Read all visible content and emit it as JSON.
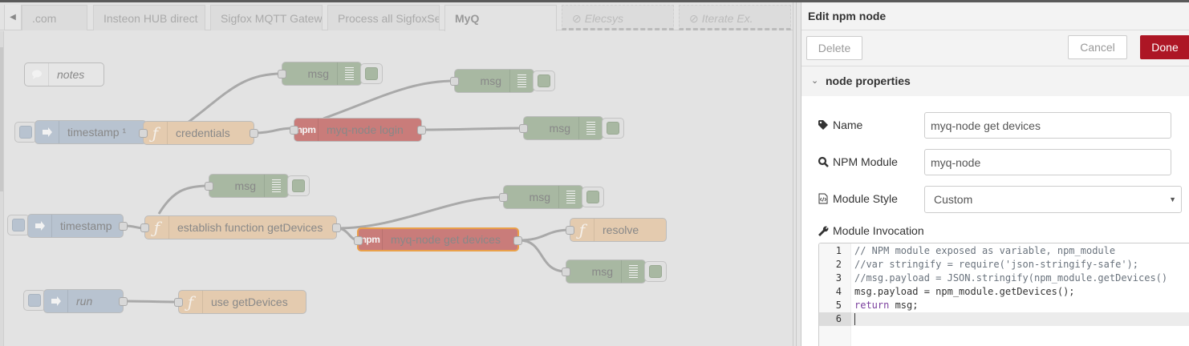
{
  "tabs": [
    {
      "label": ".com",
      "state": "normal"
    },
    {
      "label": "Insteon HUB direct",
      "state": "normal"
    },
    {
      "label": "Sigfox MQTT Gatew",
      "state": "normal"
    },
    {
      "label": "Process all SigfoxSe",
      "state": "normal"
    },
    {
      "label": "MyQ",
      "state": "active"
    },
    {
      "label": "Elecsys",
      "state": "disabled"
    },
    {
      "label": "Iterate Ex.",
      "state": "disabled"
    }
  ],
  "tab_disabled_icon": "⊘",
  "canvas": {
    "nodes": {
      "notes": {
        "label": "notes",
        "type": "comment"
      },
      "timestamp1": {
        "label": "timestamp ¹",
        "type": "inject"
      },
      "credentials": {
        "label": "credentials",
        "type": "function"
      },
      "msg1": {
        "label": "msg",
        "type": "debug"
      },
      "myq_login": {
        "label": "myq-node login",
        "type": "npm"
      },
      "msg2": {
        "label": "msg",
        "type": "debug"
      },
      "msg3": {
        "label": "msg",
        "type": "debug"
      },
      "timestamp2": {
        "label": "timestamp",
        "type": "inject"
      },
      "msg4": {
        "label": "msg",
        "type": "debug"
      },
      "establish": {
        "label": "establish function getDevices",
        "type": "function"
      },
      "msg5": {
        "label": "msg",
        "type": "debug"
      },
      "get_devices": {
        "label": "myq-node get devices",
        "type": "npm",
        "selected": true
      },
      "resolve": {
        "label": "resolve",
        "type": "function"
      },
      "msg6": {
        "label": "msg",
        "type": "debug"
      },
      "run": {
        "label": "run",
        "type": "inject"
      },
      "use_get_devices": {
        "label": "use getDevices",
        "type": "function"
      }
    },
    "npm_badge": "npm",
    "function_glyph": "ƒ",
    "inject_glyph": "⇛"
  },
  "tray": {
    "title": "Edit npm node",
    "buttons": {
      "delete": "Delete",
      "cancel": "Cancel",
      "done": "Done"
    },
    "section_title": "node properties",
    "section_chevron": "⌄",
    "fields": {
      "name": {
        "label": "Name",
        "value": "myq-node get devices",
        "icon": "tag-icon"
      },
      "npm_module": {
        "label": "NPM Module",
        "value": "myq-node",
        "icon": "search-icon"
      },
      "module_style": {
        "label": "Module Style",
        "value": "Custom",
        "icon": "code-file-icon"
      },
      "module_invocation": {
        "label": "Module Invocation",
        "icon": "wrench-icon"
      }
    },
    "code_lines": [
      {
        "n": "1",
        "text": "// NPM module exposed as variable, npm_module"
      },
      {
        "n": "2",
        "text": "//var stringify = require('json-stringify-safe');"
      },
      {
        "n": "3",
        "text": "//msg.payload = JSON.stringify(npm_module.getDevices()"
      },
      {
        "n": "4",
        "text": "msg.payload = npm_module.getDevices();"
      },
      {
        "n": "5",
        "kw": "return",
        "text": " msg;"
      },
      {
        "n": "6",
        "text": ""
      }
    ]
  },
  "colors": {
    "done_button": "#ad1625",
    "inject_node": "#b8c3d0",
    "function_node": "#e4cbaf",
    "npm_node": "#c97c7a",
    "debug_node": "#a8b8a2",
    "selected_outline": "#e9a04a"
  }
}
